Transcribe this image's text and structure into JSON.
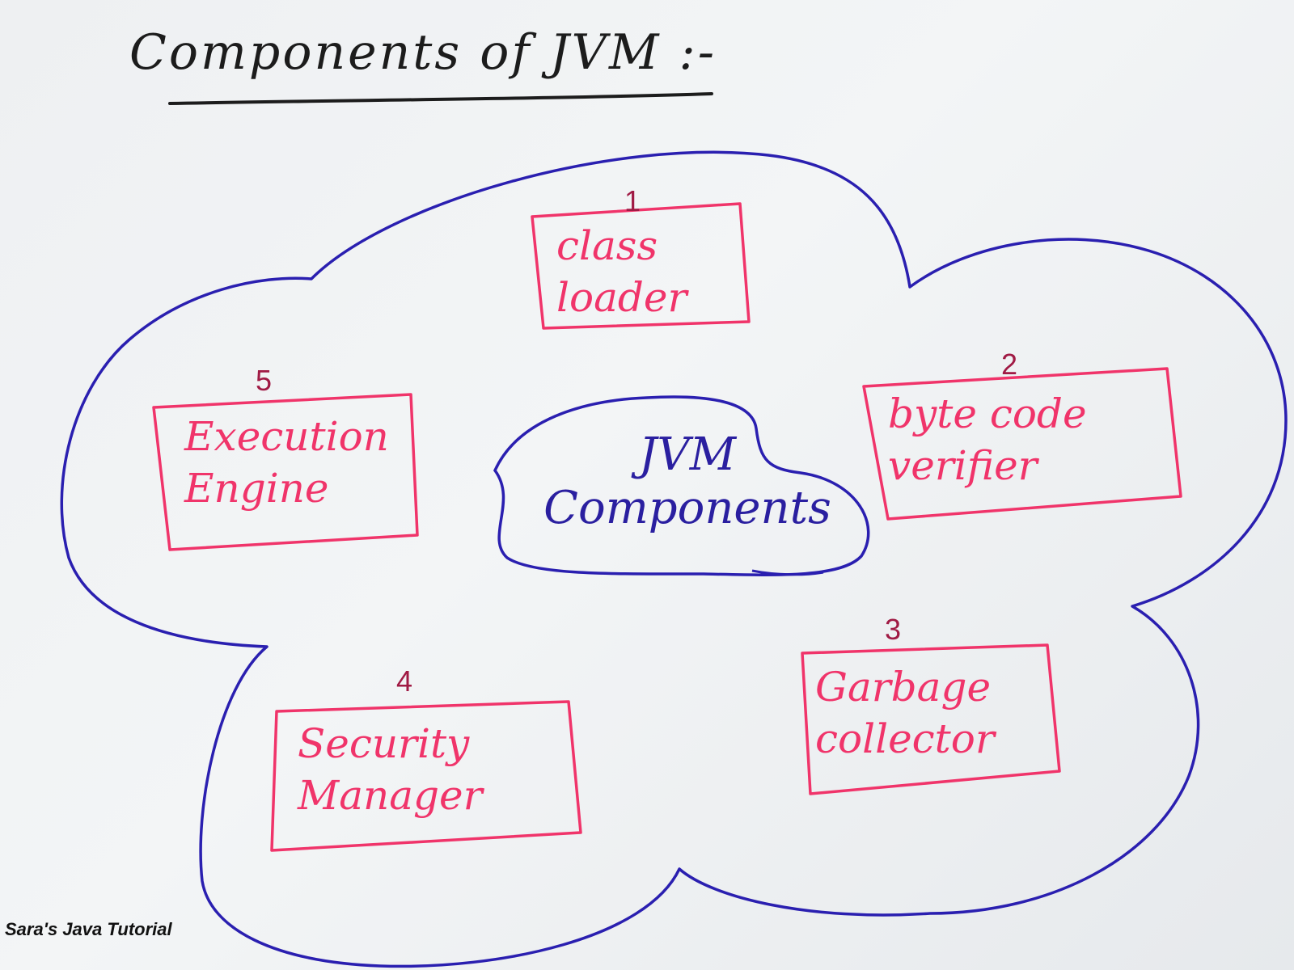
{
  "title": "Components of JVM :-",
  "center_label": "JVM\nComponents",
  "components": [
    {
      "number": "1",
      "label": "class\nloader"
    },
    {
      "number": "2",
      "label": "byte code\nverifier"
    },
    {
      "number": "3",
      "label": "Garbage\ncollector"
    },
    {
      "number": "4",
      "label": "Security\nManager"
    },
    {
      "number": "5",
      "label": "Execution\nEngine"
    }
  ],
  "watermark": "Sara's Java Tutorial",
  "colors": {
    "cloud_ink": "#2a1fb0",
    "box_ink": "#f0346a",
    "number_ink": "#a01a44",
    "title_ink": "#1c1c1c"
  }
}
